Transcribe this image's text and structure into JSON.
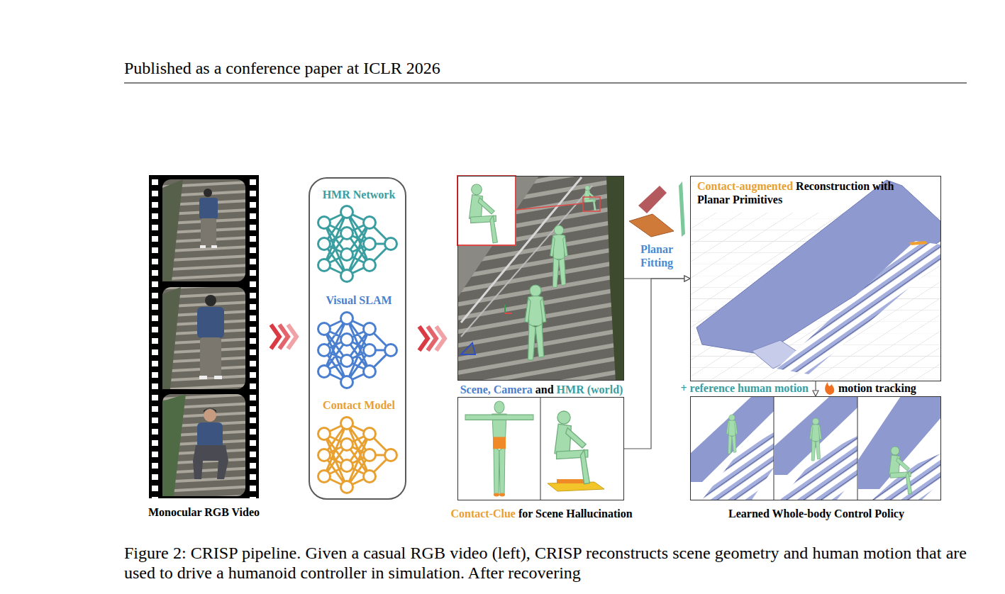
{
  "diagram": {
    "caption": "Figure 2: CRISP pipeline. Given a casual RGB video (left), CRISP reconstructs scene geometry and human motion that are used to drive a humanoid controller in simulation. After recovering",
    "nodes": [
      {
        "text": [
          "Monocular RGB Video"
        ]
      },
      {
        "text": [
          "HMR Network",
          "Visual SLAM",
          "Contact Model"
        ]
      },
      {
        "text": [
          "Scene, Camera",
          "and",
          "HMR (world)"
        ]
      },
      {
        "text": [
          "Contact-Clue",
          "for Scene Hallucination"
        ]
      },
      {
        "text": [
          "Contact-augmented",
          "Reconstruction with Planar Primitives"
        ]
      },
      {
        "text": [
          "Learned Whole-body Control Policy"
        ]
      }
    ],
    "edges": [
      {
        "from": 0,
        "to": 1,
        "arrow": "to"
      },
      {
        "from": 1,
        "to": 2,
        "arrow": "to"
      },
      {
        "from": 2,
        "to": 4,
        "label": "Planar Fitting",
        "arrow": "to"
      },
      {
        "from": 3,
        "to": 4,
        "arrow": "to"
      },
      {
        "from": 4,
        "to": 5,
        "label": "+ reference human motion",
        "arrow": "to"
      }
    ],
    "labels": [
      "Published as a conference paper at ICLR 2026",
      "motion tracking"
    ]
  }
}
